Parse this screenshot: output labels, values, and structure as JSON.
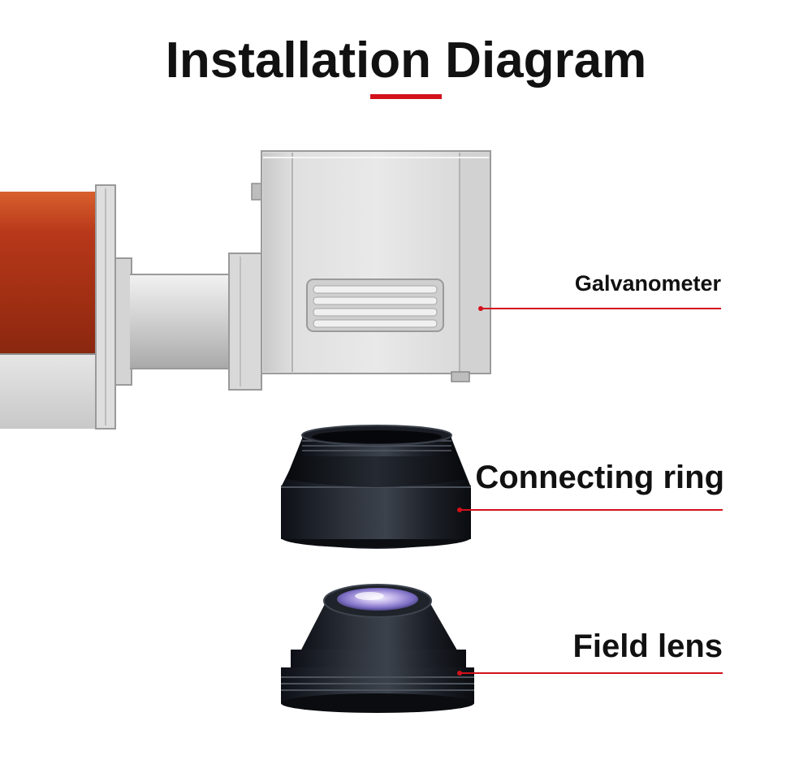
{
  "title": "Installation Diagram",
  "accent_color": "#d3111b",
  "components": [
    {
      "label": "Galvanometer"
    },
    {
      "label": "Connecting ring"
    },
    {
      "label": "Field lens"
    }
  ]
}
